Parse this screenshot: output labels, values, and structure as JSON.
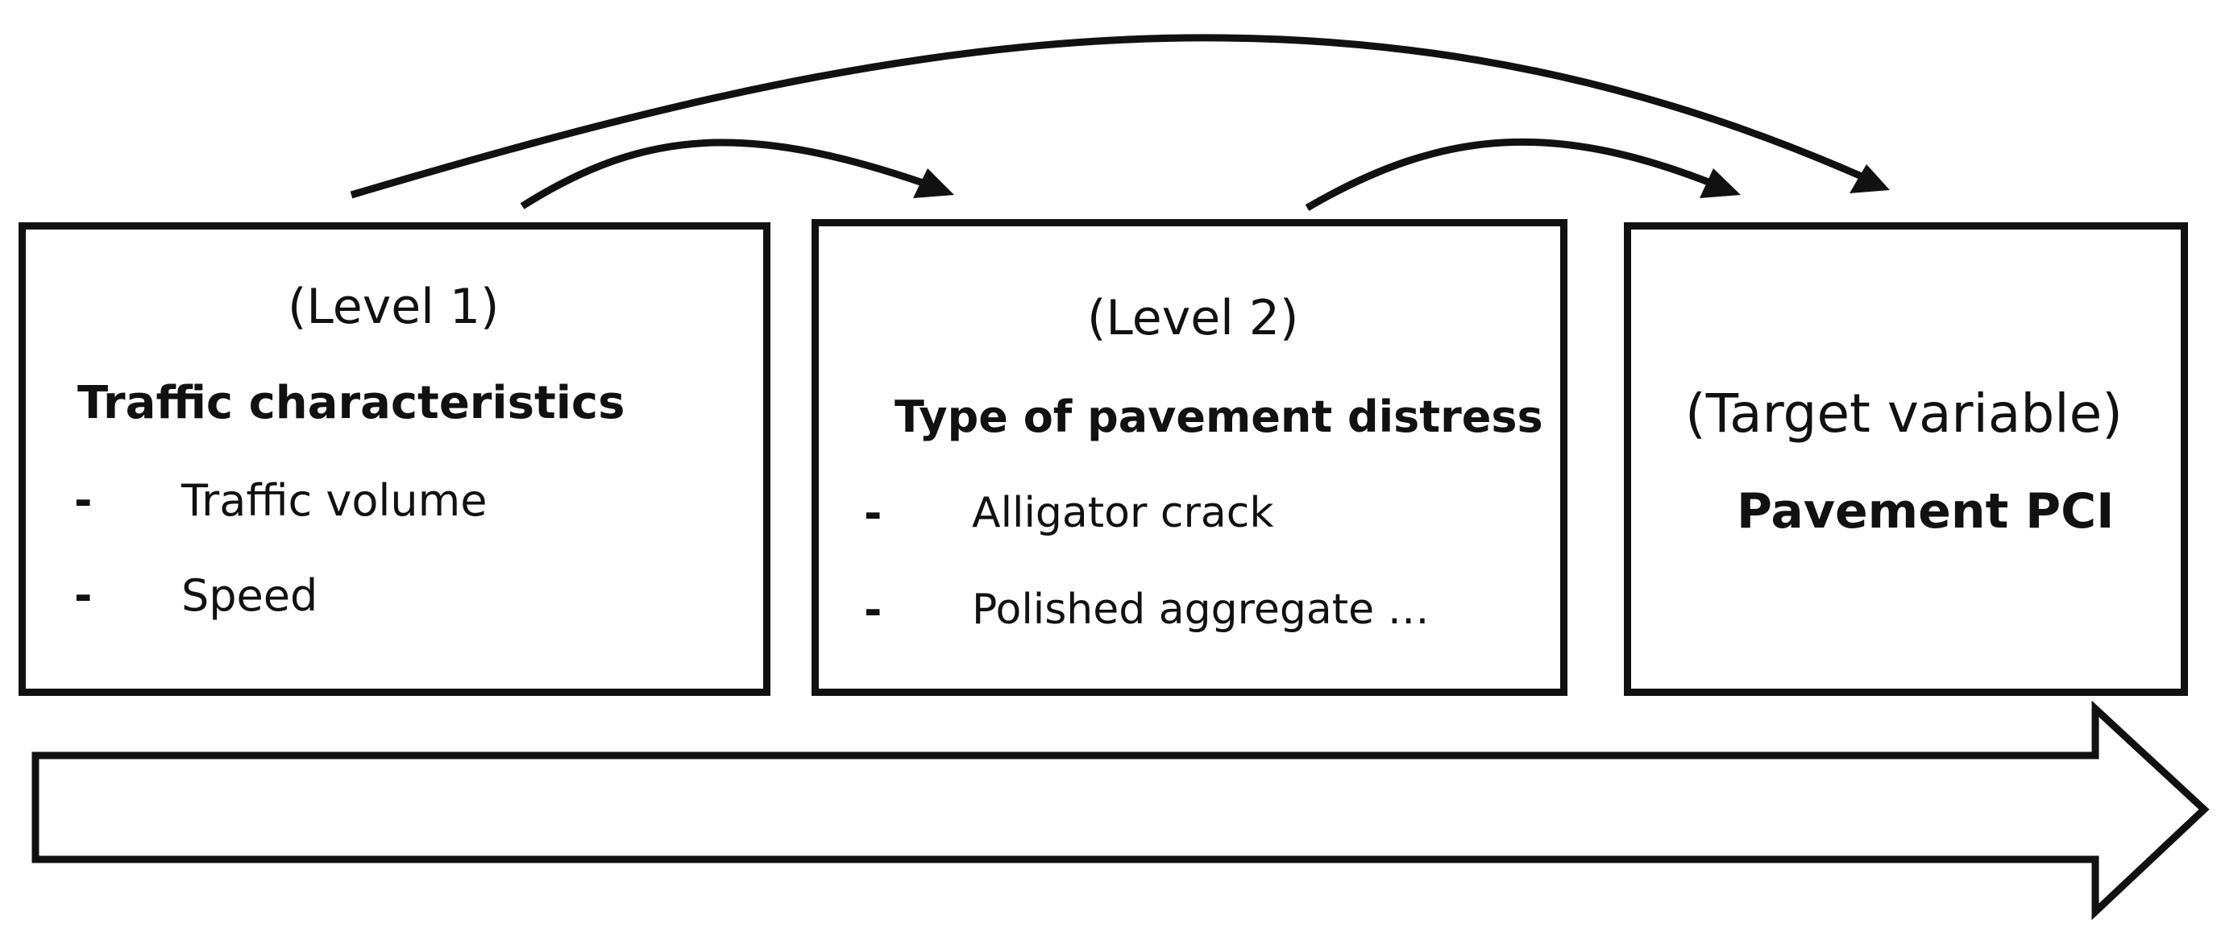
{
  "diagram": {
    "level1": {
      "level_label": "(Level 1)",
      "heading": "Traffic characteristics",
      "items": [
        {
          "bullet": "-",
          "text": "Traffic volume"
        },
        {
          "bullet": "-",
          "text": "Speed"
        }
      ]
    },
    "level2": {
      "level_label": "(Level 2)",
      "heading": "Type of pavement distress",
      "items": [
        {
          "bullet": "-",
          "text": "Alligator crack"
        },
        {
          "bullet": "-",
          "text": "Polished aggregate …"
        }
      ]
    },
    "target": {
      "level_label": "(Target variable)",
      "heading": "Pavement PCI"
    },
    "colors": {
      "stroke": "#111111",
      "background": "#ffffff"
    }
  }
}
